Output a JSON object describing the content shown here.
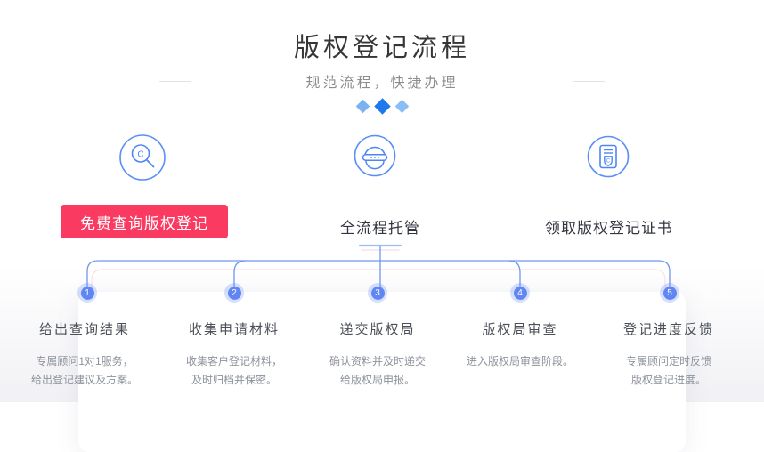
{
  "header": {
    "title": "版权登记流程",
    "subtitle": "规范流程，快捷办理"
  },
  "icons": {
    "copyright_letter": "C"
  },
  "services": [
    {
      "icon": "copyright-search-icon",
      "label": "免费查询版权登记"
    },
    {
      "icon": "agent-headset-icon",
      "label": "全流程托管"
    },
    {
      "icon": "certificate-icon",
      "label": "领取版权登记证书"
    }
  ],
  "steps": [
    {
      "number": "1",
      "title": "给出查询结果",
      "desc_lines": [
        "专属顾问1对1服务，",
        "给出登记建议及方案。"
      ]
    },
    {
      "number": "2",
      "title": "收集申请材料",
      "desc_lines": [
        "收集客户登记材料，",
        "及时归档并保密。"
      ]
    },
    {
      "number": "3",
      "title": "递交版权局",
      "desc_lines": [
        "确认资料并及时递交",
        "给版权局申报。"
      ]
    },
    {
      "number": "4",
      "title": "版权局审查",
      "desc_lines": [
        "进入版权局审查阶段。"
      ]
    },
    {
      "number": "5",
      "title": "登记进度反馈",
      "desc_lines": [
        "专属顾问定时反馈",
        "版权登记进度。"
      ]
    }
  ],
  "colors": {
    "accent_blue": "#4e86f5",
    "button_red": "#fa3a61",
    "line_blue": "#6d97f0",
    "dot_blue": "#5f86f2",
    "diamond_left": "#7db2f2",
    "diamond_mid": "#1f78ee",
    "diamond_right": "#8cbdf4"
  }
}
